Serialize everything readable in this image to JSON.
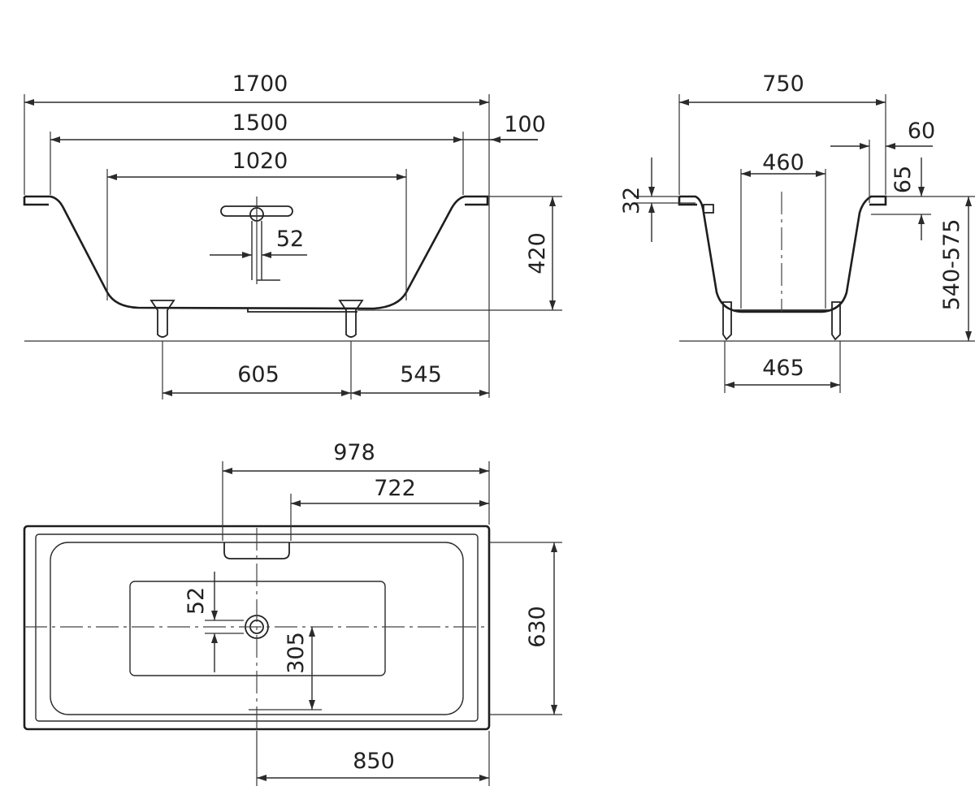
{
  "side_view": {
    "overall_length": "1700",
    "inner_length": "1500",
    "rim_offset": "100",
    "bottom_length": "1020",
    "waste_offset": "52",
    "depth": "420",
    "foot_spacing": "605",
    "foot_to_end": "545"
  },
  "end_view": {
    "overall_width": "750",
    "rim_width": "60",
    "bottom_width": "460",
    "rim_thickness": "32",
    "rim_drop": "65",
    "total_height": "540-575",
    "foot_width": "465"
  },
  "plan_view": {
    "overflow_to_end": "978",
    "overflow_inner": "722",
    "waste_offset": "52",
    "waste_to_wall": "305",
    "inner_width": "630",
    "drain_to_end": "850"
  }
}
